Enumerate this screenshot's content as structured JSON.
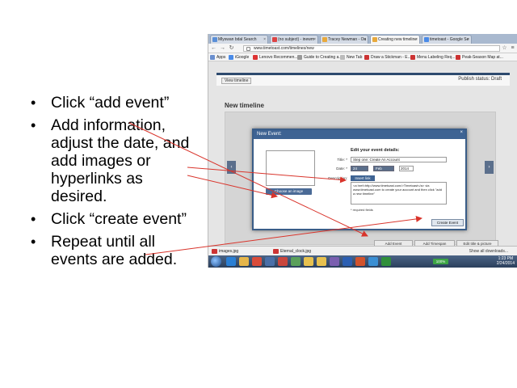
{
  "bullets": [
    "Click “add event”",
    "Add information, adjust the date, and add images or hyperlinks as desired.",
    "Click “create event”",
    "Repeat until all events are added."
  ],
  "browser": {
    "tabs": [
      {
        "label": "Mlyswan bdal Search",
        "active": false
      },
      {
        "label": "(no subject) - inewm",
        "active": false
      },
      {
        "label": "Tracey Newman - Ou",
        "active": false
      },
      {
        "label": "Creating new timeline",
        "active": true
      },
      {
        "label": "timetoast - Google Se",
        "active": false
      }
    ],
    "url": "www.timetoast.com/timelines/new",
    "bookmarks": [
      "Apps",
      "iGoogle",
      "Lenovo Recommen...",
      "Guide to Creating a...",
      "New Tab",
      "Draw a Stickman - E...",
      "Menu Labeling Req...",
      "Peak-Season Map at..."
    ]
  },
  "timetoast": {
    "view_timeline": "View timeline",
    "publish_status": "Publish status: Draft",
    "new_timeline": "New timeline",
    "modal": {
      "header": "New Event:",
      "close": "×",
      "edit_label": "Edit your event details:",
      "title_label": "Title: *",
      "title_value": "Step one: Create An Account",
      "date_label": "Date: *",
      "day": "24",
      "month": "Feb",
      "year": "2014",
      "description_label": "Description:",
      "insert_link": "Insert link",
      "description_value": "<a href=http://www.timetoast.com/>Timetoast</a> via www.timetoast.com to create your account and then click \"add a new timeline\"",
      "required_fields": "* required fields",
      "choose_image": "Choose an image",
      "create_event": "Create Event"
    },
    "add_event": "Add Event",
    "add_timespan": "Add Timespan",
    "edit_title": "Edit title & picture"
  },
  "downloads": {
    "items": [
      "images.jpg",
      "Eternal_clock.jpg"
    ],
    "show_all": "Show all downloads..."
  },
  "taskbar": {
    "battery": "100%",
    "time": "1:23 PM",
    "date": "2/24/2014"
  }
}
